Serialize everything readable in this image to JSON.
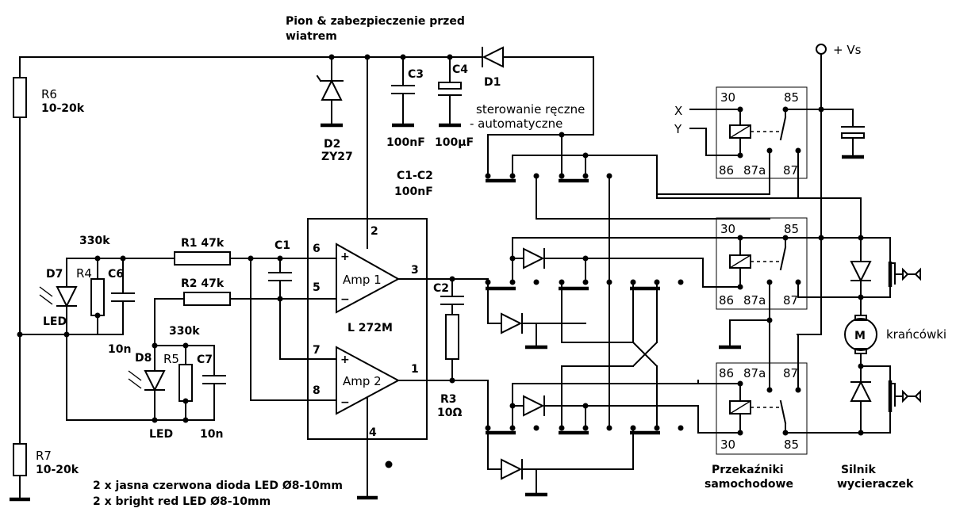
{
  "title": "Pion & zabezpieczenie przed wiatrem",
  "title_line1": "Pion & zabezpieczenie przed",
  "title_line2": "wiatrem",
  "supply": "+ Vs",
  "ic": "L 272M",
  "cap_note_1": "C1-C2",
  "cap_note_2": "100nF",
  "amp1": "Amp 1",
  "amp2": "Amp 2",
  "mode_1": "sterowanie ręczne",
  "mode_2": "- automatyczne",
  "relays_1": "Przekaźniki",
  "relays_2": "samochodowe",
  "motor_1": "Silnik",
  "motor_2": "wycieraczek",
  "limit": "krańcówki",
  "motor_symbol": "M",
  "note_pl": "2 x jasna czerwona dioda LED Ø8-10mm",
  "note_en": "2 x bright red LED Ø8-10mm",
  "inputs": {
    "x": "X",
    "y": "Y"
  },
  "pins": {
    "p2": "2",
    "p3": "3",
    "p4": "4",
    "p5": "5",
    "p6": "6",
    "p7": "7",
    "p8": "8",
    "p1": "1",
    "plus": "+",
    "minus": "−"
  },
  "parts": {
    "r6": "R6",
    "r6v": "10-20k",
    "r7": "R7",
    "r7v": "10-20k",
    "r4": "R4",
    "r4v": "330k",
    "r5": "R5",
    "r5v": "330k",
    "r1": "R1 47k",
    "r2": "R2 47k",
    "r3": "R3",
    "r3v": "10Ω",
    "c1": "C1",
    "c2": "C2",
    "c3": "C3",
    "c3v": "100nF",
    "c4": "C4",
    "c4v": "100µF",
    "c6": "C6",
    "c6v": "10n",
    "c7": "C7",
    "c7v": "10n",
    "d1": "D1",
    "d2": "D2",
    "d2v": "ZY27",
    "d7": "D7",
    "d8": "D8",
    "led": "LED"
  },
  "relay_pins": {
    "p30": "30",
    "p85": "85",
    "p86": "86",
    "p87a": "87a",
    "p87": "87"
  }
}
